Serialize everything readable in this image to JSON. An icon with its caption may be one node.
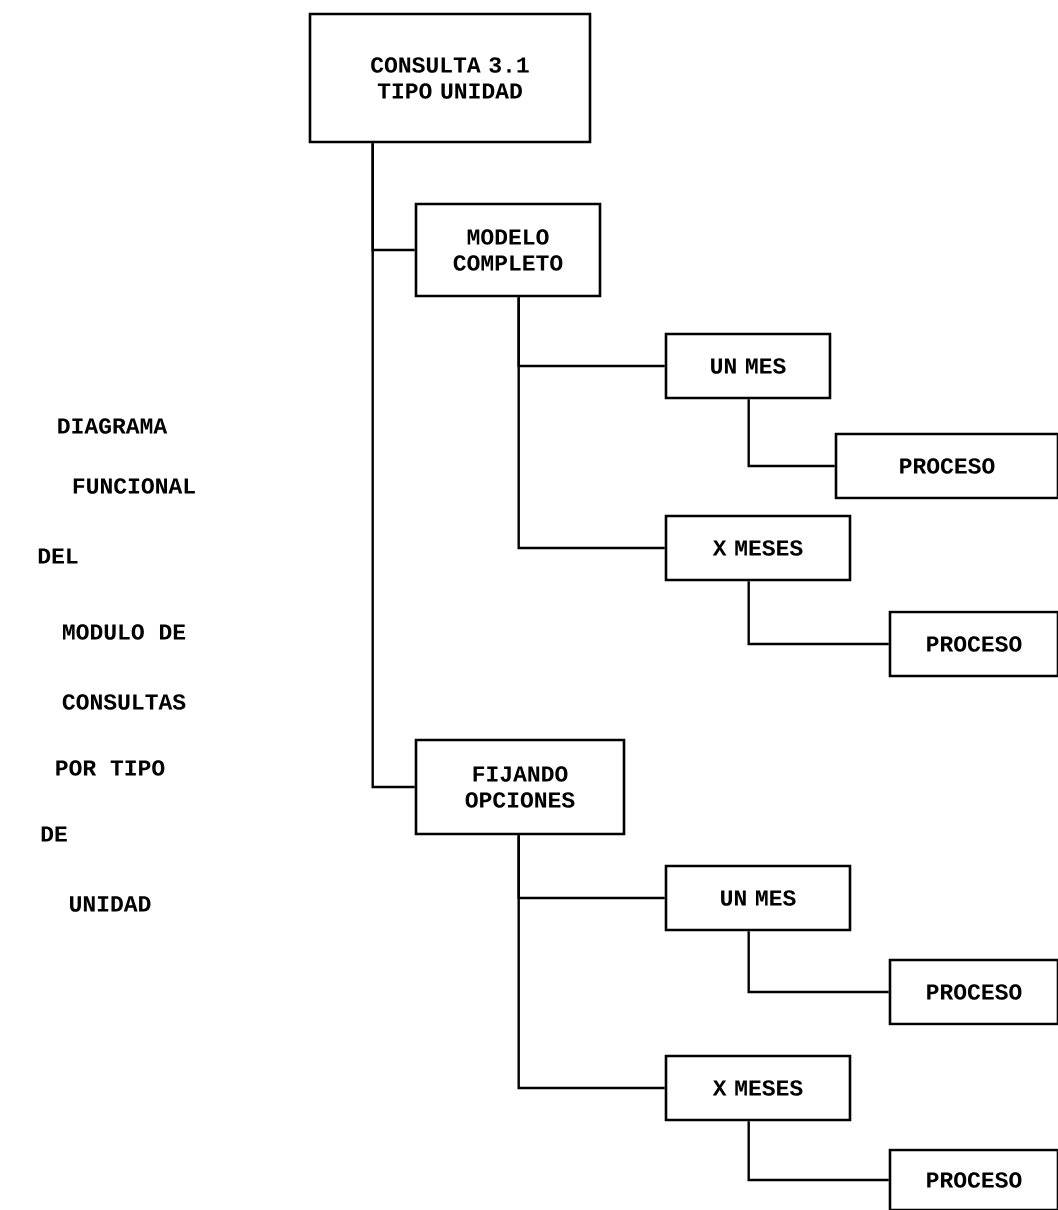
{
  "diagram": {
    "nodes": [
      {
        "text": [
          "CONSULTA 3.1 TIPO UNIDAD"
        ]
      },
      {
        "text": [
          "MODELO COMPLETO"
        ]
      },
      {
        "text": [
          "UN MES"
        ]
      },
      {
        "text": [
          "PROCESO"
        ]
      },
      {
        "text": [
          "X MESES"
        ]
      },
      {
        "text": [
          "PROCESO"
        ]
      },
      {
        "text": [
          "FIJANDO OPCIONES"
        ]
      },
      {
        "text": [
          "UN MES"
        ]
      },
      {
        "text": [
          "PROCESO"
        ]
      },
      {
        "text": [
          "X MESES"
        ]
      },
      {
        "text": [
          "PROCESO"
        ]
      }
    ],
    "edges": [
      {
        "from": 0,
        "to": 1,
        "arrow": "none"
      },
      {
        "from": 0,
        "to": 6,
        "arrow": "none"
      },
      {
        "from": 1,
        "to": 2,
        "arrow": "none"
      },
      {
        "from": 1,
        "to": 4,
        "arrow": "none"
      },
      {
        "from": 2,
        "to": 3,
        "arrow": "none"
      },
      {
        "from": 4,
        "to": 5,
        "arrow": "none"
      },
      {
        "from": 6,
        "to": 7,
        "arrow": "none"
      },
      {
        "from": 6,
        "to": 9,
        "arrow": "none"
      },
      {
        "from": 7,
        "to": 8,
        "arrow": "none"
      },
      {
        "from": 9,
        "to": 10,
        "arrow": "none"
      }
    ],
    "labels": [
      "DIAGRAMA",
      "FUNCIONAL",
      "DEL",
      "MODULO DE",
      "CONSULTAS",
      "POR TIPO",
      "DE",
      "UNIDAD"
    ]
  }
}
